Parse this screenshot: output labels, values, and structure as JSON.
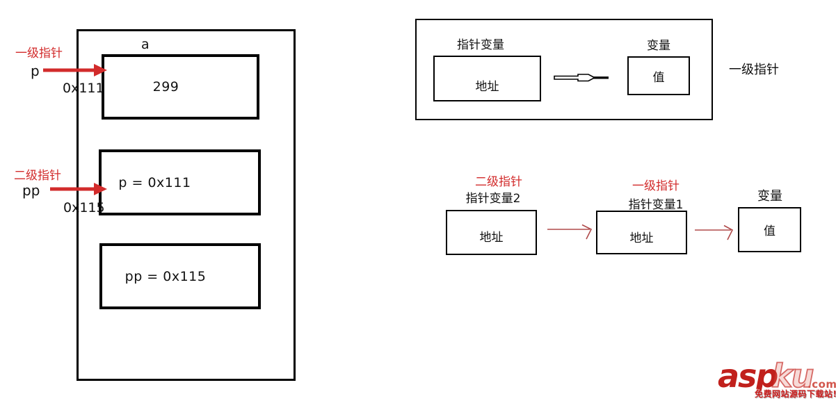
{
  "colors": {
    "accent_red": "#d22b2b",
    "thin_arrow_red": "#b04a4a",
    "watermark_red": "#c1201c",
    "ink": "#000000"
  },
  "left_diagram": {
    "block_label": "a",
    "cells": [
      {
        "text": "299"
      },
      {
        "text": "p = 0x111"
      },
      {
        "text": "pp = 0x115"
      }
    ],
    "pointer_p": {
      "level": "一级指针",
      "name": "p",
      "address": "0x111"
    },
    "pointer_pp": {
      "level": "二级指针",
      "name": "pp",
      "address": "0x115"
    }
  },
  "single_level_diagram": {
    "pointer_box_title": "指针变量",
    "pointer_box_value": "地址",
    "var_box_title": "变量",
    "var_box_value": "值",
    "caption": "一级指针"
  },
  "double_level_diagram": {
    "node1": {
      "level": "二级指针",
      "title": "指针变量2",
      "value": "地址"
    },
    "node2": {
      "level": "一级指针",
      "title": "指针变量1",
      "value": "地址"
    },
    "node3": {
      "title": "变量",
      "value": "值"
    }
  },
  "watermark": {
    "brand_bold": "asp",
    "brand_light": "ku",
    "domain_suffix": ".com",
    "tagline": "免费网站源码下载站!"
  }
}
